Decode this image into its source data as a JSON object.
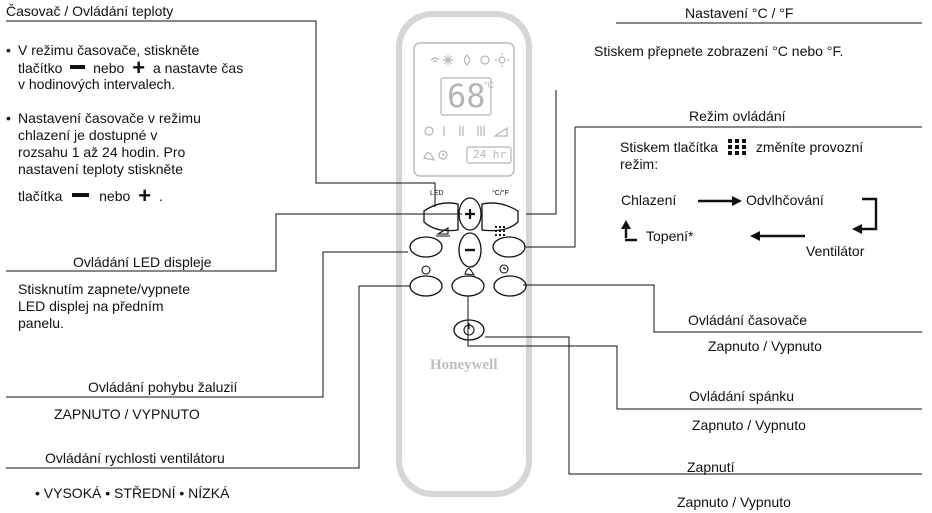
{
  "timer_temp": {
    "title": "Časovač / Ovládání teploty",
    "p1_a": "V režimu časovače, stiskněte",
    "p1_b": "tlačítko",
    "p1_c": "nebo",
    "p1_d": "a nastavte čas",
    "p1_e": "v hodinových intervalech.",
    "p2_a": "Nastavení časovače v režimu",
    "p2_b": "chlazení je dostupné v",
    "p2_c": "rozsahu 1 až 24 hodin. Pro",
    "p2_d": "nastavení teploty stiskněte",
    "p2_e": "tlačítka",
    "p2_f": "nebo",
    "p2_g": "."
  },
  "led": {
    "title": "Ovládání LED displeje",
    "d1": "Stisknutím zapnete/vypnete",
    "d2": "LED displej na předním",
    "d3": "panelu."
  },
  "louver": {
    "title": "Ovládání pohybu žaluzií",
    "state": "ZAPNUTO / VYPNUTO"
  },
  "fan_speed": {
    "title": "Ovládání rychlosti ventilátoru",
    "levels": "• VYSOKÁ • STŘEDNÍ • NÍZKÁ"
  },
  "unit": {
    "title": "Nastavení °C / °F",
    "desc": "Stiskem přepnete zobrazení °C nebo °F."
  },
  "mode": {
    "title": "Režim ovládání",
    "desc_a": "Stiskem tlačítka",
    "desc_b": "změníte provozní",
    "desc_c": "režim:",
    "cool": "Chlazení",
    "dry": "Odvlhčování",
    "fan": "Ventilátor",
    "heat": "Topení*"
  },
  "timer_ctrl": {
    "title": "Ovládání časovače",
    "state": "Zapnuto / Vypnuto"
  },
  "sleep": {
    "title": "Ovládání spánku",
    "state": "Zapnuto / Vypnuto"
  },
  "power": {
    "title": "Zapnutí",
    "state": "Zapnuto / Vypnuto"
  },
  "remote": {
    "temp": "68",
    "deg": "°C",
    "timer": "24 hr",
    "brand": "Honeywell",
    "led_label": "LED",
    "unit_label": "°C/°F"
  },
  "colors": {
    "body": "#ffffff",
    "rim": "#c9c9c9",
    "screen": "#ffffff",
    "lcd": "#b5b5b5",
    "brand": "#bdbdbd"
  }
}
